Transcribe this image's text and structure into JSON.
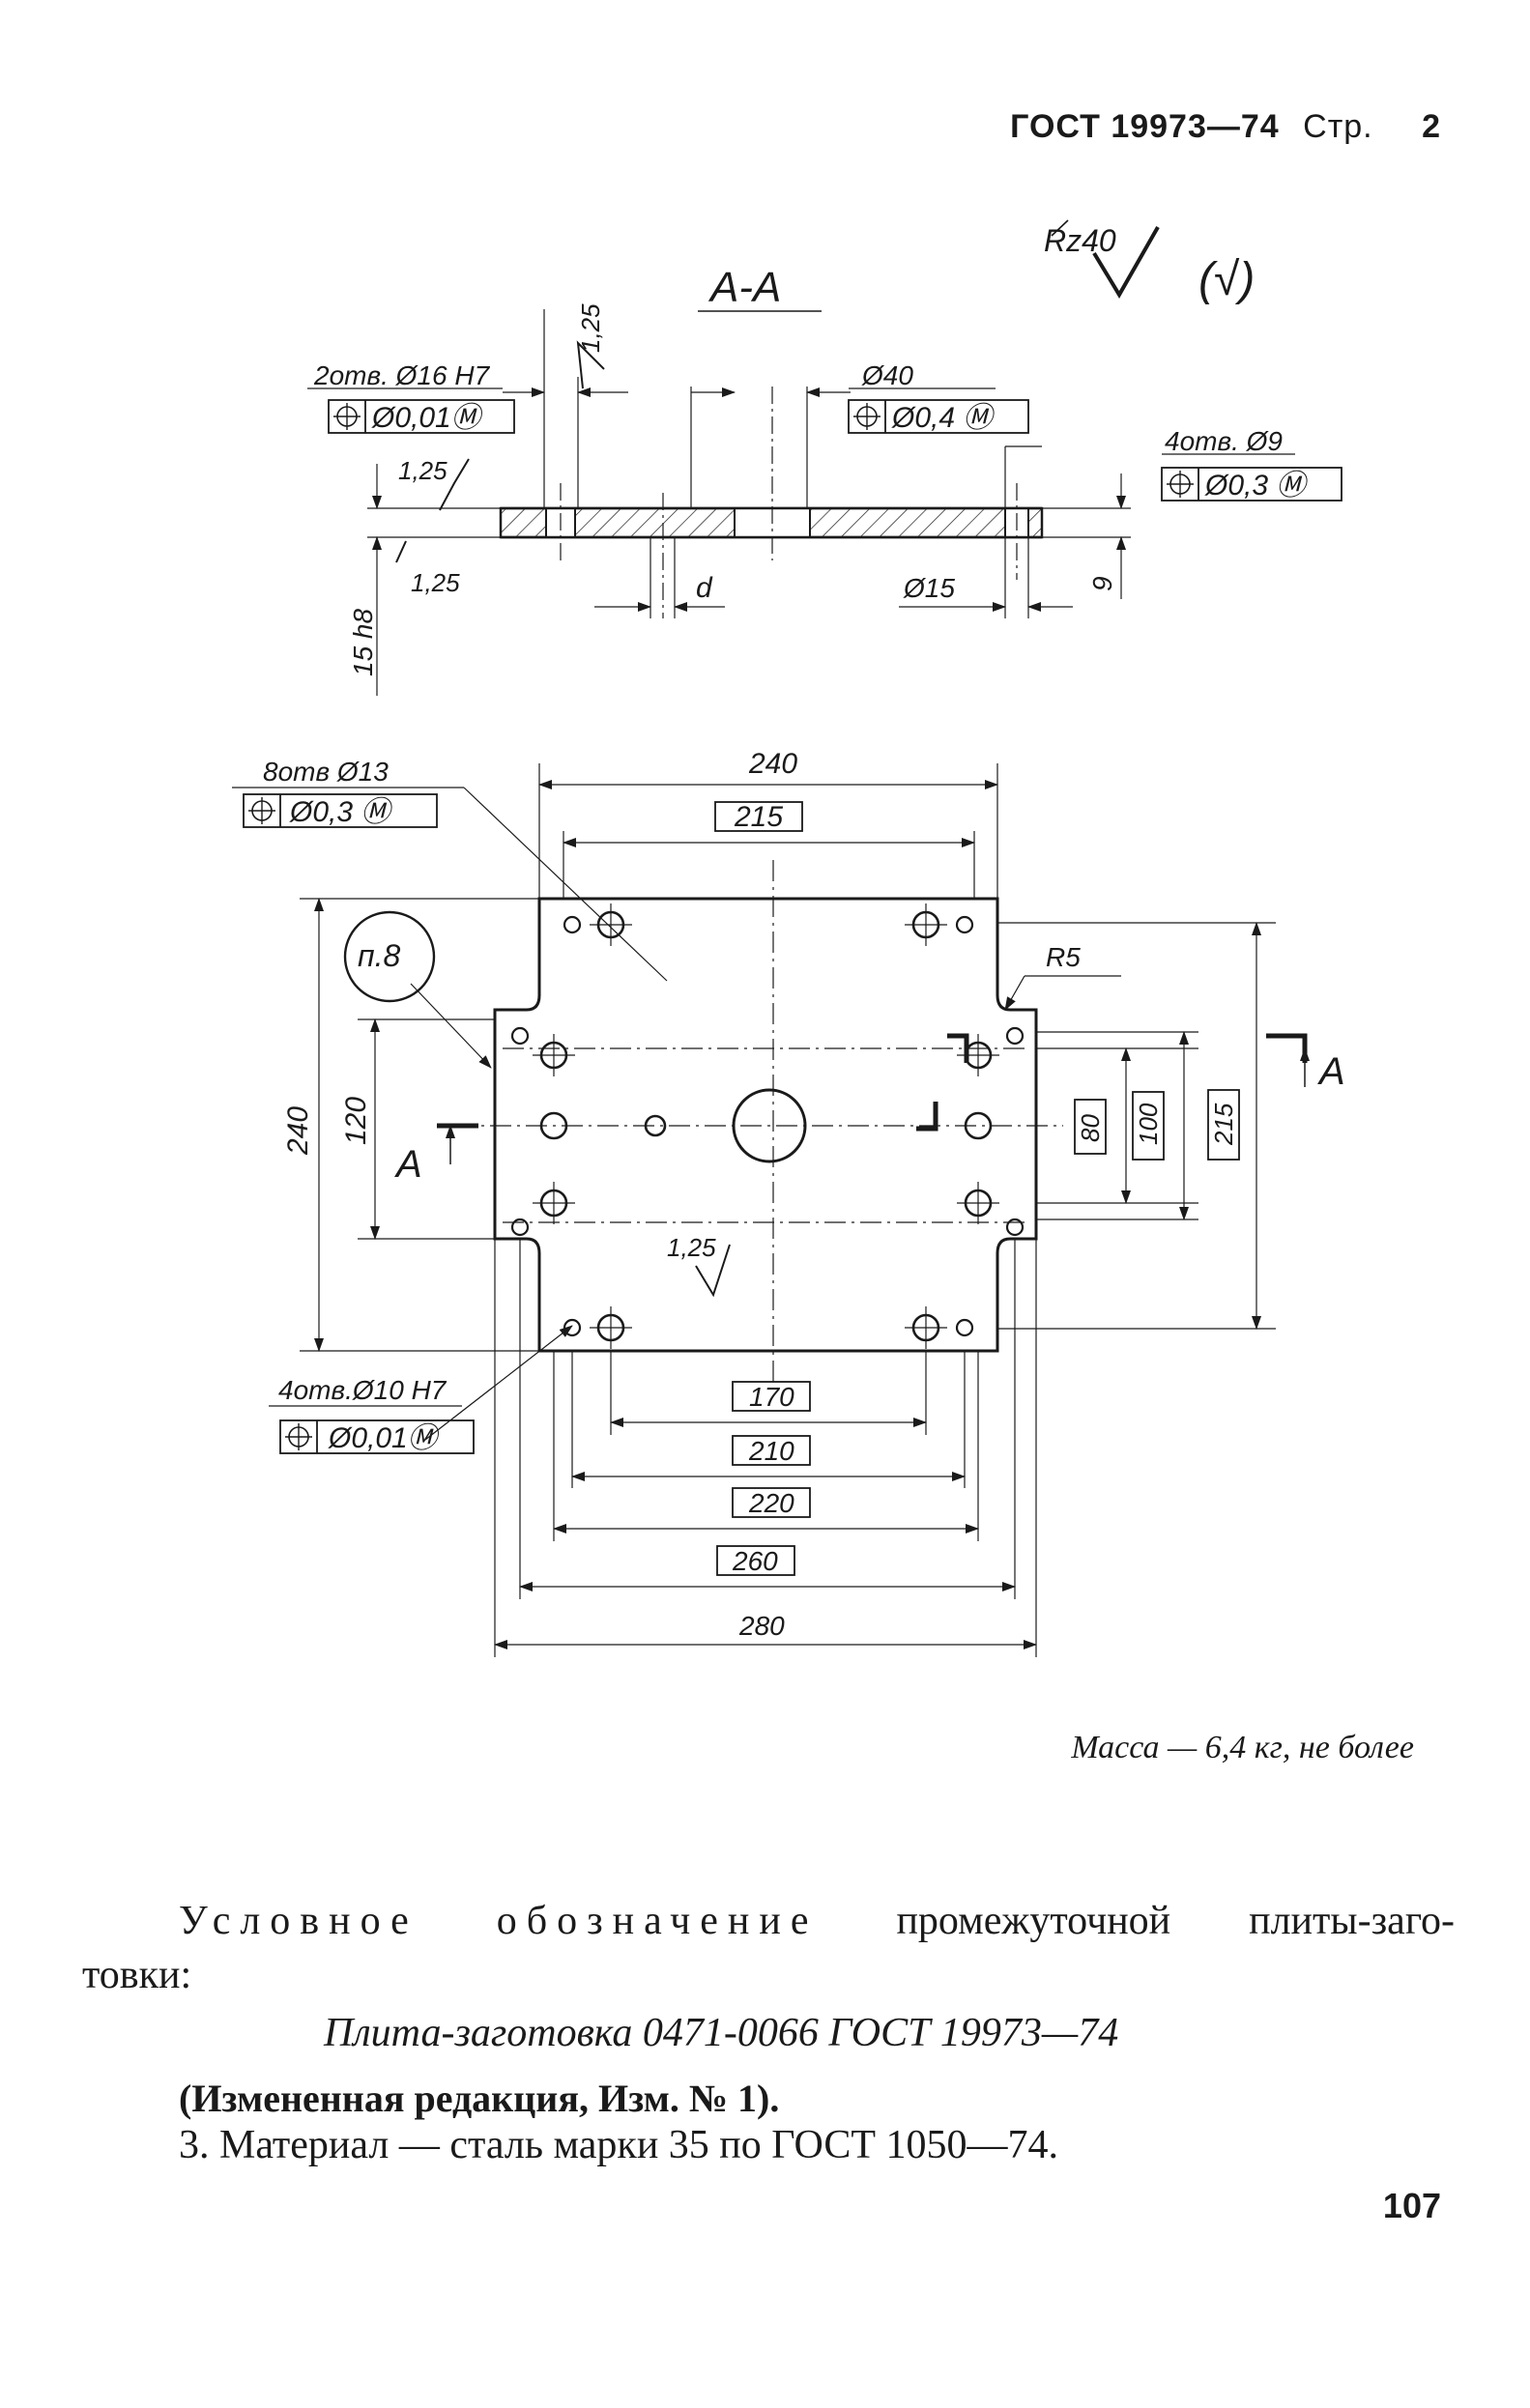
{
  "header": {
    "standard": "ГОСТ 19973—74",
    "page_label": "Стр.",
    "page_no": "2"
  },
  "drawing": {
    "section_title": "А-А",
    "roughness_general": "Rz40",
    "roughness_paren": "(√)",
    "roughness_125": "1,25",
    "notes": {
      "holes_16": "2отв. Ø16 H7",
      "tol_001": "Ø0,01Ⓜ",
      "d40": "Ø40",
      "tol_04": "Ø0,4 Ⓜ",
      "holes_9": "4отв. Ø9",
      "tol_03": "Ø0,3 Ⓜ",
      "thickness": "15 h8",
      "d_label": "d",
      "d15": "Ø15",
      "depth_9": "9",
      "holes_13": "8отв Ø13",
      "tol_03b": "Ø0,3 Ⓜ",
      "note_ref": "п.8",
      "r5": "R5",
      "section_mark": "А",
      "holes_10": "4отв.Ø10 H7",
      "tol_001b": "Ø0,01Ⓜ"
    },
    "dims": {
      "w240": "240",
      "w215": "215",
      "h240": "240",
      "h120": "120",
      "h80": "80",
      "h100": "100",
      "h215": "215",
      "w170": "170",
      "w210": "210",
      "w220": "220",
      "w260": "260",
      "w280": "280"
    }
  },
  "mass_text": "Масса — 6,4 кг, не более",
  "designation_intro_words": [
    "Условное",
    "обозначение",
    "промежуточной",
    "плиты-заго-"
  ],
  "designation_intro_end": "товки:",
  "designation": "Плита-заготовка 0471-0066 ГОСТ 19973—74",
  "changed_note": "(Измененная редакция, Изм. № 1).",
  "material_note": "3. Материал — сталь марки 35 по ГОСТ 1050—74.",
  "page_number": "107"
}
